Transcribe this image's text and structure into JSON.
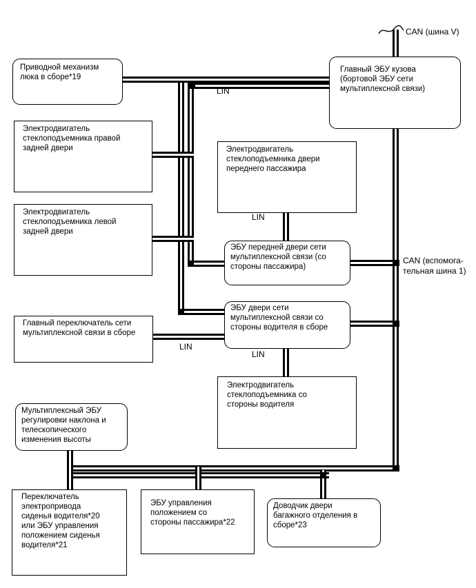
{
  "nodes": {
    "sunroof_drive": "Приводной механизм\nлюка в сборе*19",
    "rear_right_window_motor": "Электродвигатель\nстеклоподъемника правой\nзадней двери",
    "rear_left_window_motor": "Электродвигатель\nстеклоподъемника левой\nзадней двери",
    "multiplex_master_switch": "Главный переключатель сети\nмультиплексной связи в сборе",
    "tilt_telescopic_ecu": "Мультиплексный ЭБУ\nрегулировки наклона и\nтелескопического\nизменения высоты",
    "driver_seat_switch_ecu": "Переключатель\nэлектропривода\nсиденья водителя*20\nили ЭБУ управления\nположением сиденья\nводителя*21",
    "passenger_position_ecu": "ЭБУ управления\nположением со\nстороны пассажира*22",
    "luggage_door_closer": "Доводчик двери\nбагажного отделения в\nсборе*23",
    "main_body_ecu": "Главный ЭБУ кузова\n(бортовой ЭБУ сети\nмультиплексной связи)",
    "front_passenger_window_motor": "Электродвигатель\nстеклоподъемника двери\nпереднего пассажира",
    "front_passenger_door_ecu": "ЭБУ передней двери сети\nмультиплексной связи (со\nстороны пассажира)",
    "driver_door_ecu": "ЭБУ двери сети\nмультиплексной связи со\nстороны водителя в сборе",
    "driver_window_motor": "Электродвигатель\nстеклоподъемника со\nстороны водителя"
  },
  "labels": {
    "can_v": "CAN (шина V)",
    "can_aux": "CAN (вспомога-\nтельная шина 1)",
    "lin_top": "LIN",
    "lin_front_passenger": "LIN",
    "lin_driver": "LIN",
    "lin_master_switch": "LIN"
  },
  "colors": {
    "line": "#000000",
    "background": "#ffffff"
  }
}
